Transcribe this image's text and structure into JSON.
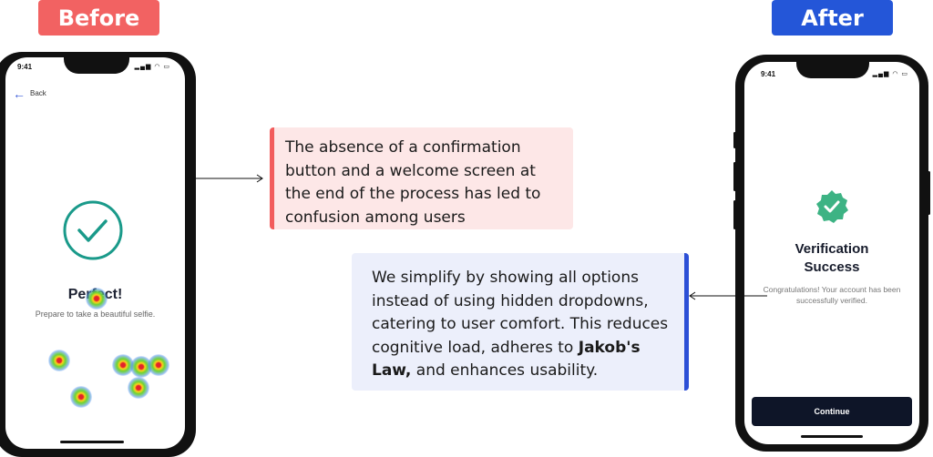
{
  "labels": {
    "before": "Before",
    "after": "After"
  },
  "before_screen": {
    "time": "9:41",
    "status_icons": "▂▄▆ ◠ ▭",
    "back_label": "Back",
    "title": "Perfect!",
    "subtitle": "Prepare to take a beautiful selfie."
  },
  "after_screen": {
    "time": "9:41",
    "status_icons": "▂▄▆ ◠ ▭",
    "title_line1": "Verification",
    "title_line2": "Success",
    "subtitle": "Congratulations! Your account has been successfully verified.",
    "button_label": "Continue"
  },
  "callouts": {
    "before_text": "The absence of a confirmation button and a welcome screen at the end of the process has led to confusion among users",
    "after_text_1": "We simplify by showing all options instead of using hidden dropdowns, catering to user comfort. This reduces cognitive load, adheres to ",
    "after_text_bold": "Jakob's Law,",
    "after_text_2": " and enhances usability."
  },
  "colors": {
    "before_accent": "#f26262",
    "after_accent": "#2456d8",
    "check_green": "#1a9a8a",
    "badge_green": "#3db384",
    "button_dark": "#0e1528"
  }
}
